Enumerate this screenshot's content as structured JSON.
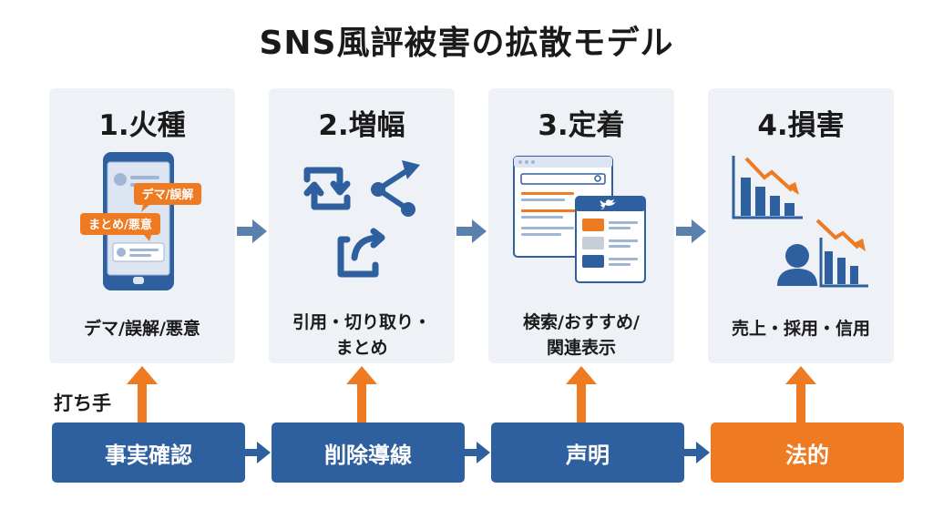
{
  "title": "SNS風評被害の拡散モデル",
  "stages": [
    {
      "title": "1.火種",
      "desc": "デマ/誤解/悪意",
      "bubble_1": "デマ/誤解",
      "bubble_2": "まとめ/悪意"
    },
    {
      "title": "2.増幅",
      "desc_line_1": "引用・切り取り・",
      "desc_line_2": "まとめ"
    },
    {
      "title": "3.定着",
      "desc_line_1": "検索/おすすめ/",
      "desc_line_2": "関連表示"
    },
    {
      "title": "4.損害",
      "desc": "売上・採用・信用"
    }
  ],
  "actor_label": "打ち手",
  "actions": [
    {
      "label": "事実確認"
    },
    {
      "label": "削除導線"
    },
    {
      "label": "声明"
    },
    {
      "label": "法的"
    }
  ],
  "colors": {
    "blue": "#2e5f9e",
    "orange": "#ee7a22",
    "arrow_blue": "#5a80b0",
    "card_bg": "#eef1f6"
  }
}
